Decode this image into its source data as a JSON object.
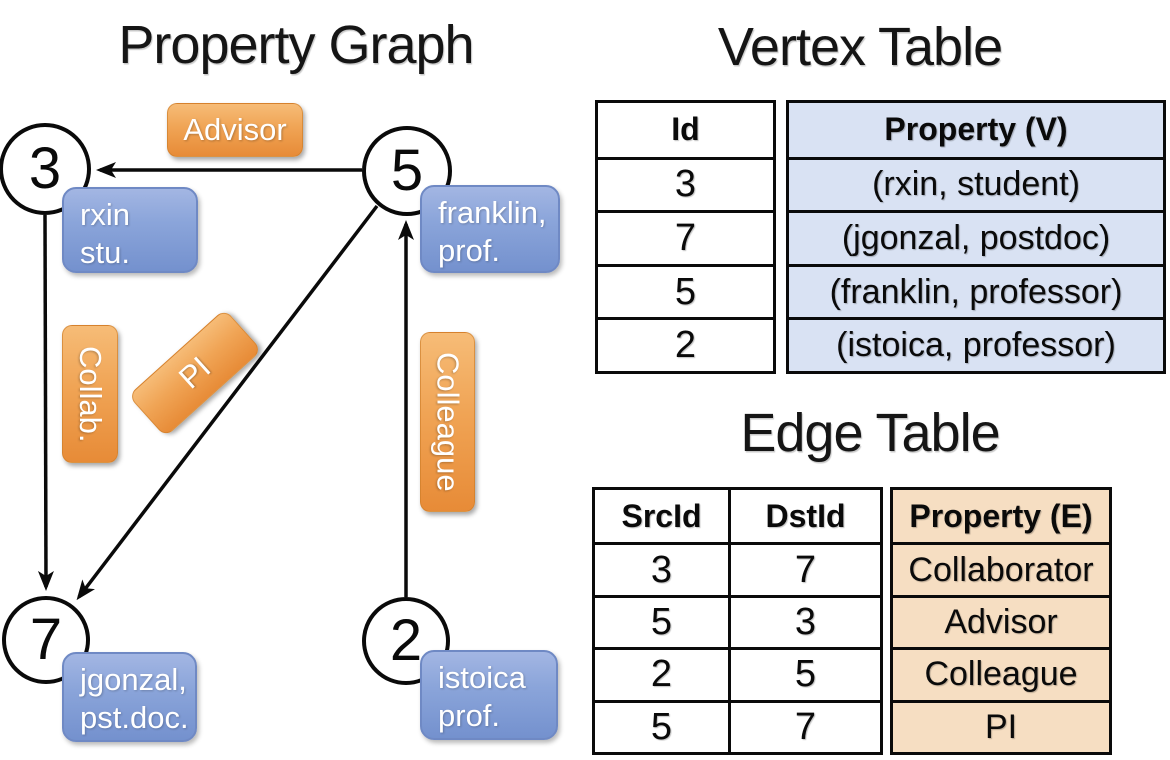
{
  "graph": {
    "title": "Property Graph",
    "nodes": [
      {
        "id": "3",
        "prop_line1": "rxin",
        "prop_line2": "stu."
      },
      {
        "id": "5",
        "prop_line1": "franklin,",
        "prop_line2": "prof."
      },
      {
        "id": "7",
        "prop_line1": "jgonzal,",
        "prop_line2": "pst.doc."
      },
      {
        "id": "2",
        "prop_line1": "istoica",
        "prop_line2": "prof."
      }
    ],
    "edge_labels": {
      "advisor": "Advisor",
      "collab": "Collab.",
      "pi": "PI",
      "colleague": "Colleague"
    }
  },
  "vertex_table": {
    "title": "Vertex Table",
    "headers": [
      "Id",
      "Property (V)"
    ],
    "rows": [
      [
        "3",
        "(rxin, student)"
      ],
      [
        "7",
        "(jgonzal, postdoc)"
      ],
      [
        "5",
        "(franklin, professor)"
      ],
      [
        "2",
        "(istoica, professor)"
      ]
    ]
  },
  "edge_table": {
    "title": "Edge Table",
    "headers": [
      "SrcId",
      "DstId",
      "Property (E)"
    ],
    "rows": [
      [
        "3",
        "7",
        "Collaborator"
      ],
      [
        "5",
        "3",
        "Advisor"
      ],
      [
        "2",
        "5",
        "Colleague"
      ],
      [
        "5",
        "7",
        "PI"
      ]
    ]
  },
  "colors": {
    "edge_label_orange_top": "#F6BC77",
    "edge_label_orange_bottom": "#E78B37",
    "vertex_prop_blue_top": "#A3B6E3",
    "vertex_prop_blue_bottom": "#7491CE",
    "vertex_table_fill": "#D9E2F3",
    "edge_table_fill": "#F6DEC2",
    "line_color": "#0A0A0A"
  }
}
